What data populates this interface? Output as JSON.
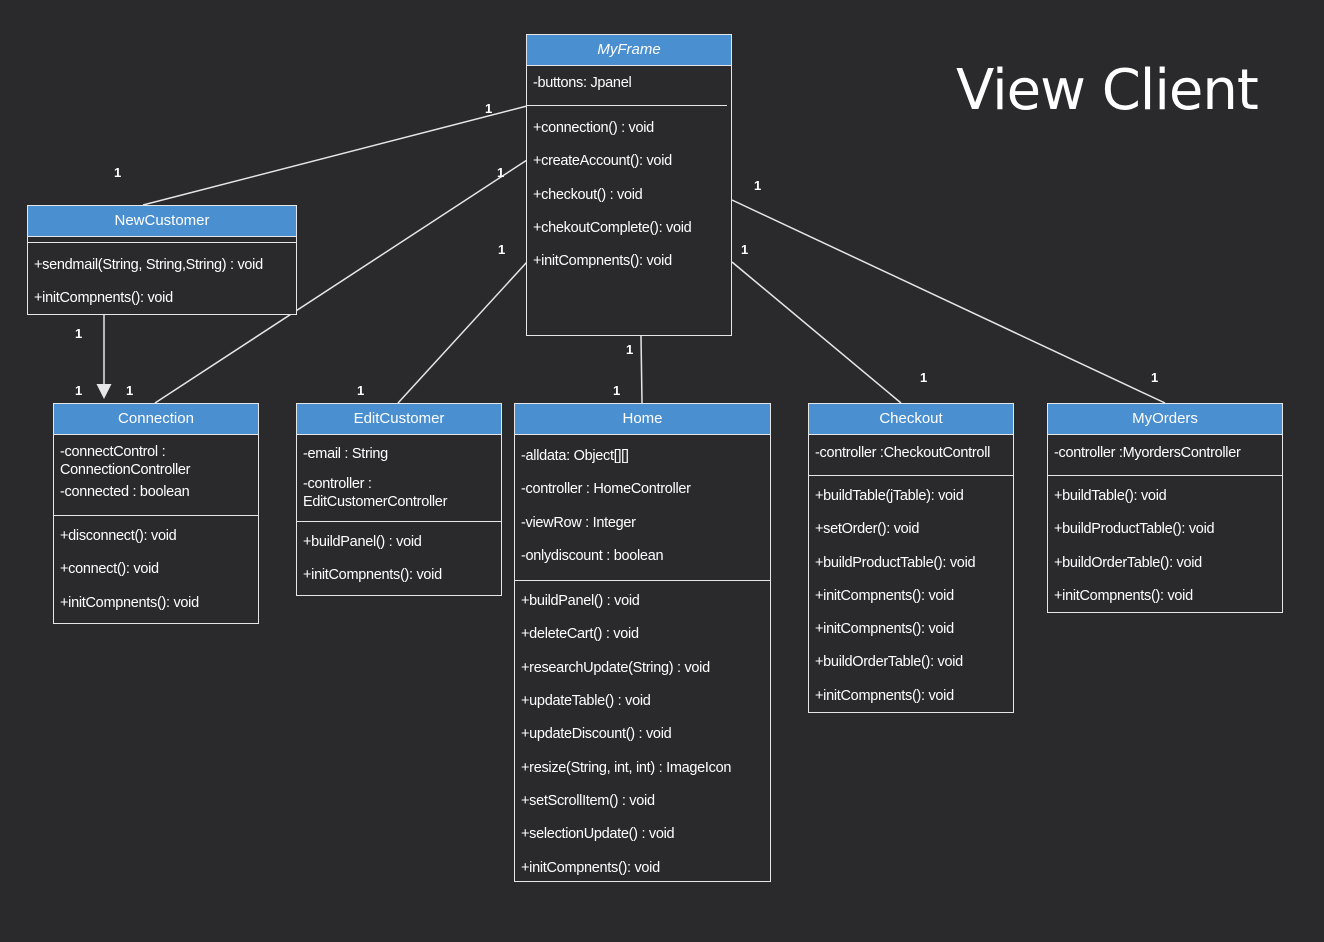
{
  "title": "View Client",
  "classes": {
    "myframe": {
      "name": "MyFrame",
      "attributes": [
        "-buttons: Jpanel"
      ],
      "methods": [
        "+connection() : void",
        "+createAccount(): void",
        "+checkout() : void",
        "+chekoutComplete(): void",
        "+initCompnents(): void"
      ]
    },
    "newcustomer": {
      "name": "NewCustomer",
      "attributes": [],
      "methods": [
        "+sendmail(String, String,String) : void",
        "+initCompnents(): void"
      ]
    },
    "connection": {
      "name": "Connection",
      "attributes": [
        "-connectControl : ConnectionController",
        "-connected : boolean"
      ],
      "methods": [
        "+disconnect(): void",
        "+connect(): void",
        "+initCompnents(): void"
      ]
    },
    "editcustomer": {
      "name": "EditCustomer",
      "attributes": [
        "-email : String",
        "-controller : EditCustomerController"
      ],
      "methods": [
        "+buildPanel() : void",
        "+initCompnents(): void"
      ]
    },
    "home": {
      "name": "Home",
      "attributes": [
        "-alldata: Object[][]",
        "-controller : HomeController",
        "-viewRow : Integer",
        "-onlydiscount : boolean"
      ],
      "methods": [
        "+buildPanel() : void",
        "+deleteCart() : void",
        "+researchUpdate(String) : void",
        "+updateTable() : void",
        "+updateDiscount() : void",
        "+resize(String, int, int) : ImageIcon",
        "+setScrollItem() : void",
        "+selectionUpdate() : void",
        "+initCompnents(): void"
      ]
    },
    "checkout": {
      "name": "Checkout",
      "attributes": [
        "-controller :CheckoutControll"
      ],
      "methods": [
        "+buildTable(jTable): void",
        "+setOrder(): void",
        "+buildProductTable(): void",
        "+initCompnents(): void",
        "+initCompnents(): void",
        "+buildOrderTable(): void",
        "+initCompnents(): void"
      ]
    },
    "myorders": {
      "name": "MyOrders",
      "attributes": [
        "-controller :MyordersController"
      ],
      "methods": [
        "+buildTable(): void",
        "+buildProductTable(): void",
        "+buildOrderTable(): void",
        "+initCompnents(): void"
      ]
    }
  },
  "multiplicities": {
    "mf_nc_a": "1",
    "mf_nc_b": "1",
    "mf_conn_a": "1",
    "mf_conn_b": "1",
    "mf_edit_a": "1",
    "mf_edit_b": "1",
    "mf_home_a": "1",
    "mf_home_b": "1",
    "mf_chk_a": "1",
    "mf_chk_b": "1",
    "mf_ord_a": "1",
    "mf_ord_b": "1",
    "nc_conn_a": "1",
    "nc_conn_b": "1"
  },
  "colors": {
    "background": "#2a2a2c",
    "header": "#4a8fd0",
    "line": "#e6e6e6",
    "text": "#ffffff"
  }
}
